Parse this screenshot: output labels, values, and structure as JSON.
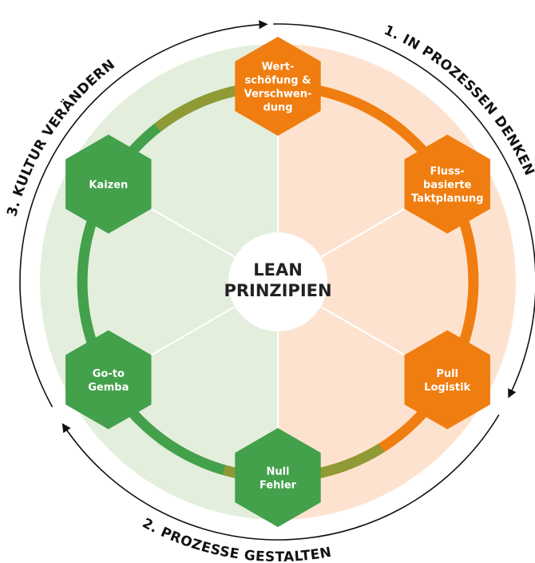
{
  "colors": {
    "green": "#43a04b",
    "orange": "#f07d10",
    "olive": "#8f9a35",
    "bg_green": "#e3eedd",
    "bg_orange": "#fde3cf",
    "spoke": "#ffffff",
    "arc": "#111111"
  },
  "center": {
    "line1": "LEAN",
    "line2": "PRINZIPIEN"
  },
  "phases": [
    {
      "label": "1. IN PROZESSEN DENKEN"
    },
    {
      "label": "2. PROZESSE GESTALTEN"
    },
    {
      "label": "3. KULTUR VERÄNDERN"
    }
  ],
  "principles": [
    {
      "lines": [
        "Wert-",
        "schöfung &",
        "Verschwen-",
        "dung"
      ],
      "color": "orange"
    },
    {
      "lines": [
        "Fluss-",
        "basierte",
        "Taktplanung"
      ],
      "color": "orange"
    },
    {
      "lines": [
        "Pull",
        "Logistik"
      ],
      "color": "orange"
    },
    {
      "lines": [
        "Null",
        "Fehler"
      ],
      "color": "green"
    },
    {
      "lines": [
        "Go-to",
        "Gemba"
      ],
      "color": "green"
    },
    {
      "lines": [
        "Kaizen"
      ],
      "color": "green"
    }
  ]
}
